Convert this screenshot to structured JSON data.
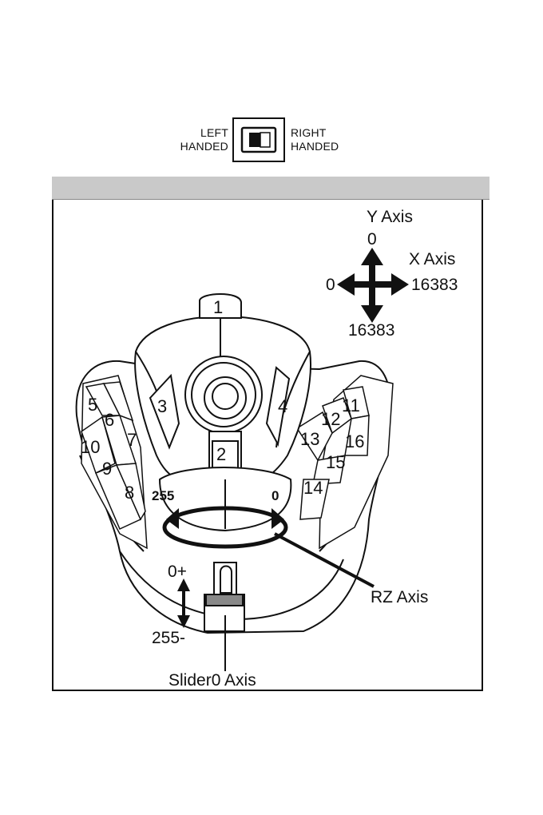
{
  "switch": {
    "left_line1": "LEFT",
    "left_line2": "HANDED",
    "right_line1": "RIGHT",
    "right_line2": "HANDED"
  },
  "axes": {
    "y_title": "Y Axis",
    "y_top": "0",
    "x_title": "X Axis",
    "x_left": "0",
    "x_right": "16383",
    "y_bottom": "16383"
  },
  "buttons": [
    "1",
    "2",
    "3",
    "4",
    "5",
    "6",
    "7",
    "8",
    "9",
    "10",
    "11",
    "12",
    "13",
    "14",
    "15",
    "16"
  ],
  "rz": {
    "left_value": "255",
    "right_value": "0",
    "label": "RZ Axis"
  },
  "slider": {
    "top_value": "0+",
    "bottom_value": "255-",
    "label": "Slider0 Axis"
  }
}
